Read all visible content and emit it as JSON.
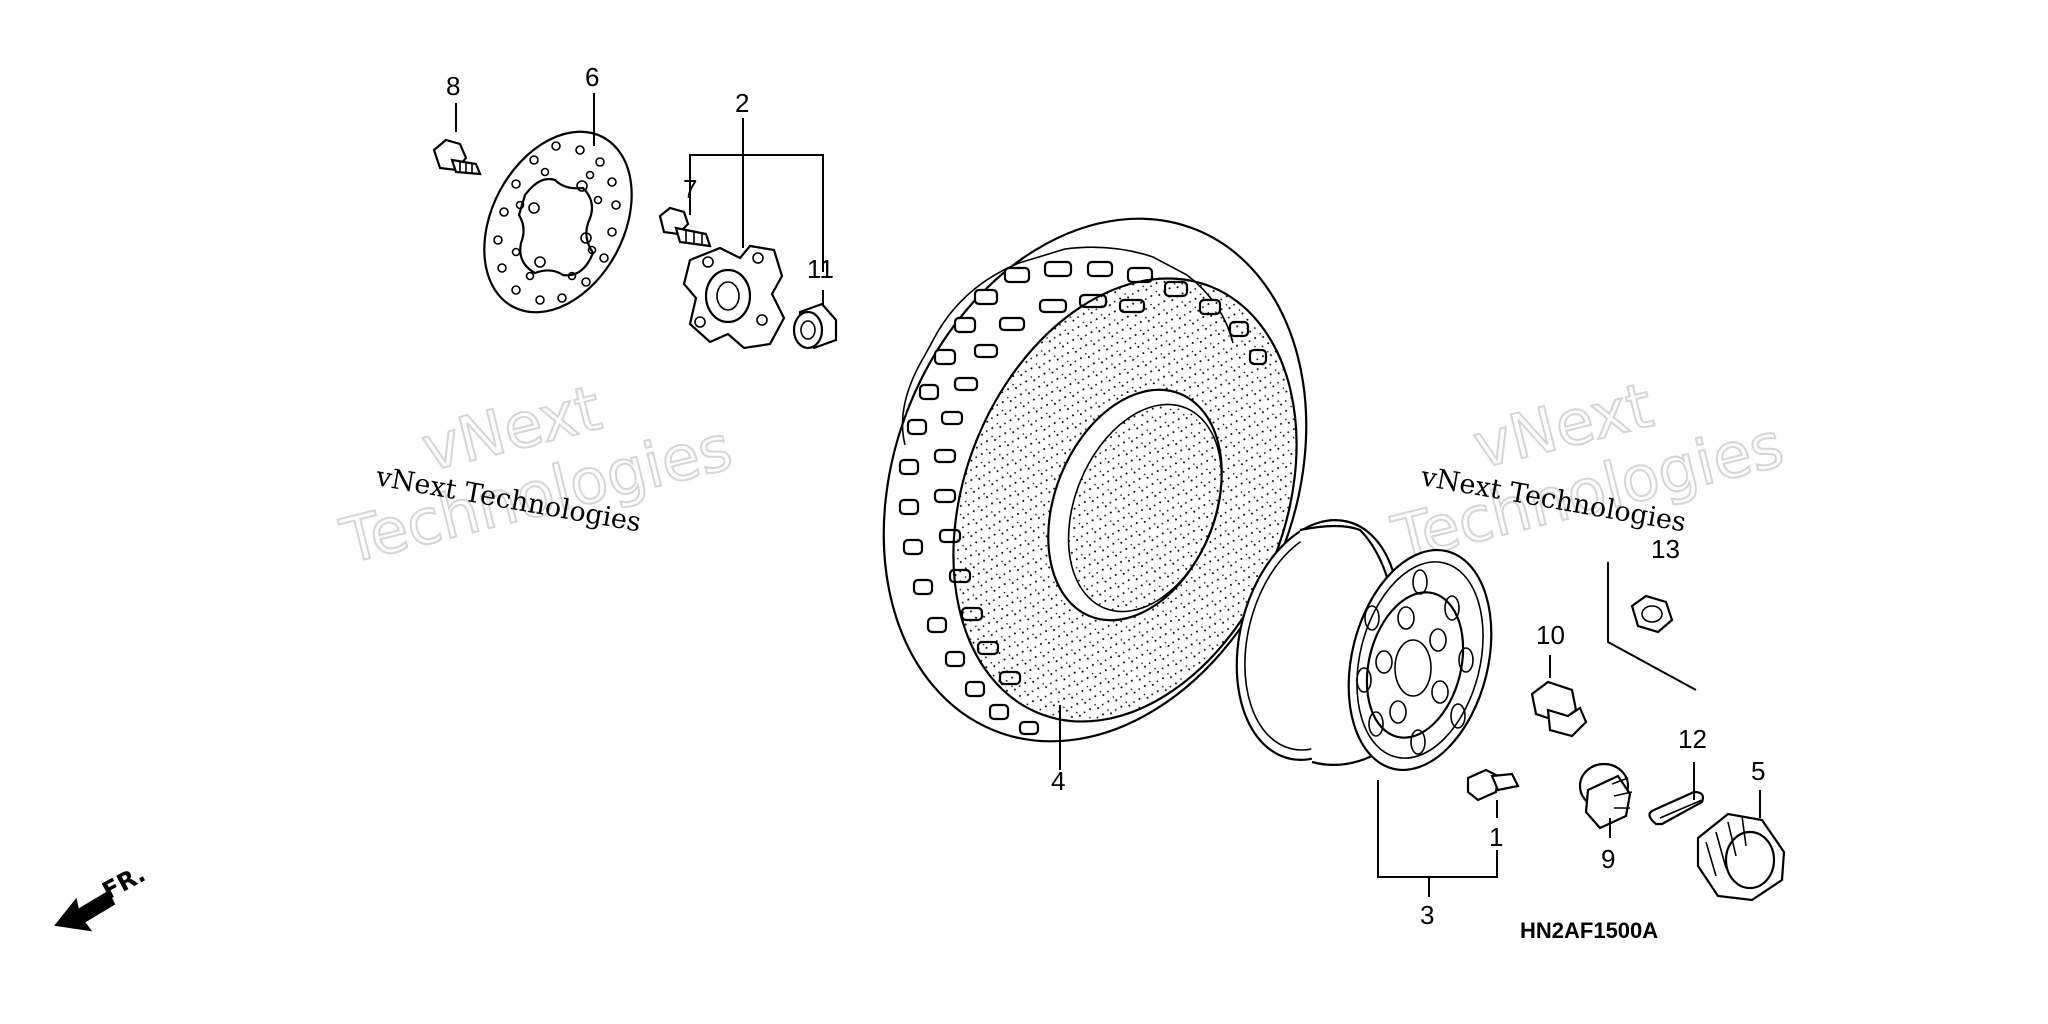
{
  "diagram": {
    "callouts": [
      "1",
      "2",
      "3",
      "4",
      "5",
      "6",
      "7",
      "8",
      "9",
      "10",
      "11",
      "12",
      "13"
    ],
    "drawing_code": "HN2AF1500A",
    "direction_label": "FR.",
    "watermarks": {
      "left_small": "vNext Technologies",
      "left_big_line1": "vNext",
      "left_big_line2": "Technologies",
      "right_small": "vNext Technologies",
      "right_big_line1": "vNext",
      "right_big_line2": "Technologies"
    }
  }
}
